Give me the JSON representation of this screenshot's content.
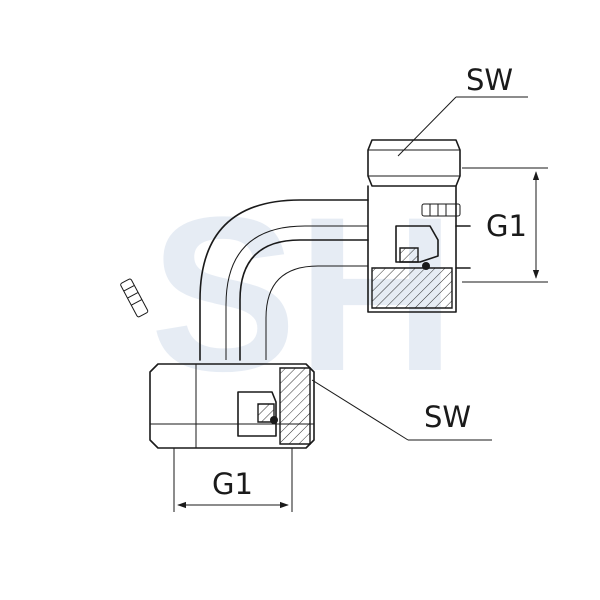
{
  "labels": {
    "sw_top": "SW",
    "sw_bottom": "SW",
    "g1_right": "G1",
    "g1_bottom": "G1"
  },
  "watermark": {
    "text": "SH",
    "color": "#c9d6e8"
  },
  "colors": {
    "line": "#1a1a1a",
    "background": "#ffffff"
  }
}
